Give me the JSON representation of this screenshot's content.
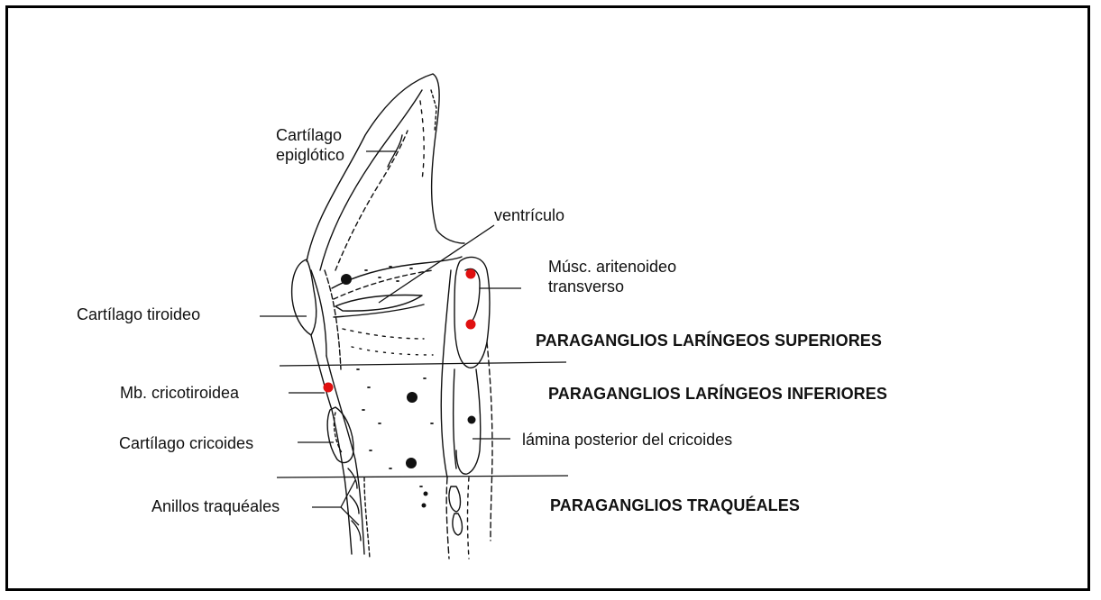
{
  "colors": {
    "ink": "#111111",
    "paraganglion_highlight": "#e01010",
    "paraganglion_plain": "#111111",
    "frame": "#000000"
  },
  "labels": {
    "epiglottic_line1": "Cartílago",
    "epiglottic_line2": "epiglótico",
    "ventricle": "ventrículo",
    "arytenoid_line1": "Músc. aritenoideo",
    "arytenoid_line2": "transverso",
    "thyroid": "Cartílago tiroideo",
    "cricothyroid": "Mb. cricotiroidea",
    "cricoid": "Cartílago cricoides",
    "tracheal_rings": "Anillos traquéales",
    "posterior_lamina": "lámina posterior  del cricoides"
  },
  "sections": {
    "superior": "PARAGANGLIOS LARÍNGEOS SUPERIORES",
    "inferior": "PARAGANGLIOS LARÍNGEOS INFERIORES",
    "tracheal": "PARAGANGLIOS TRAQUÉALES"
  }
}
